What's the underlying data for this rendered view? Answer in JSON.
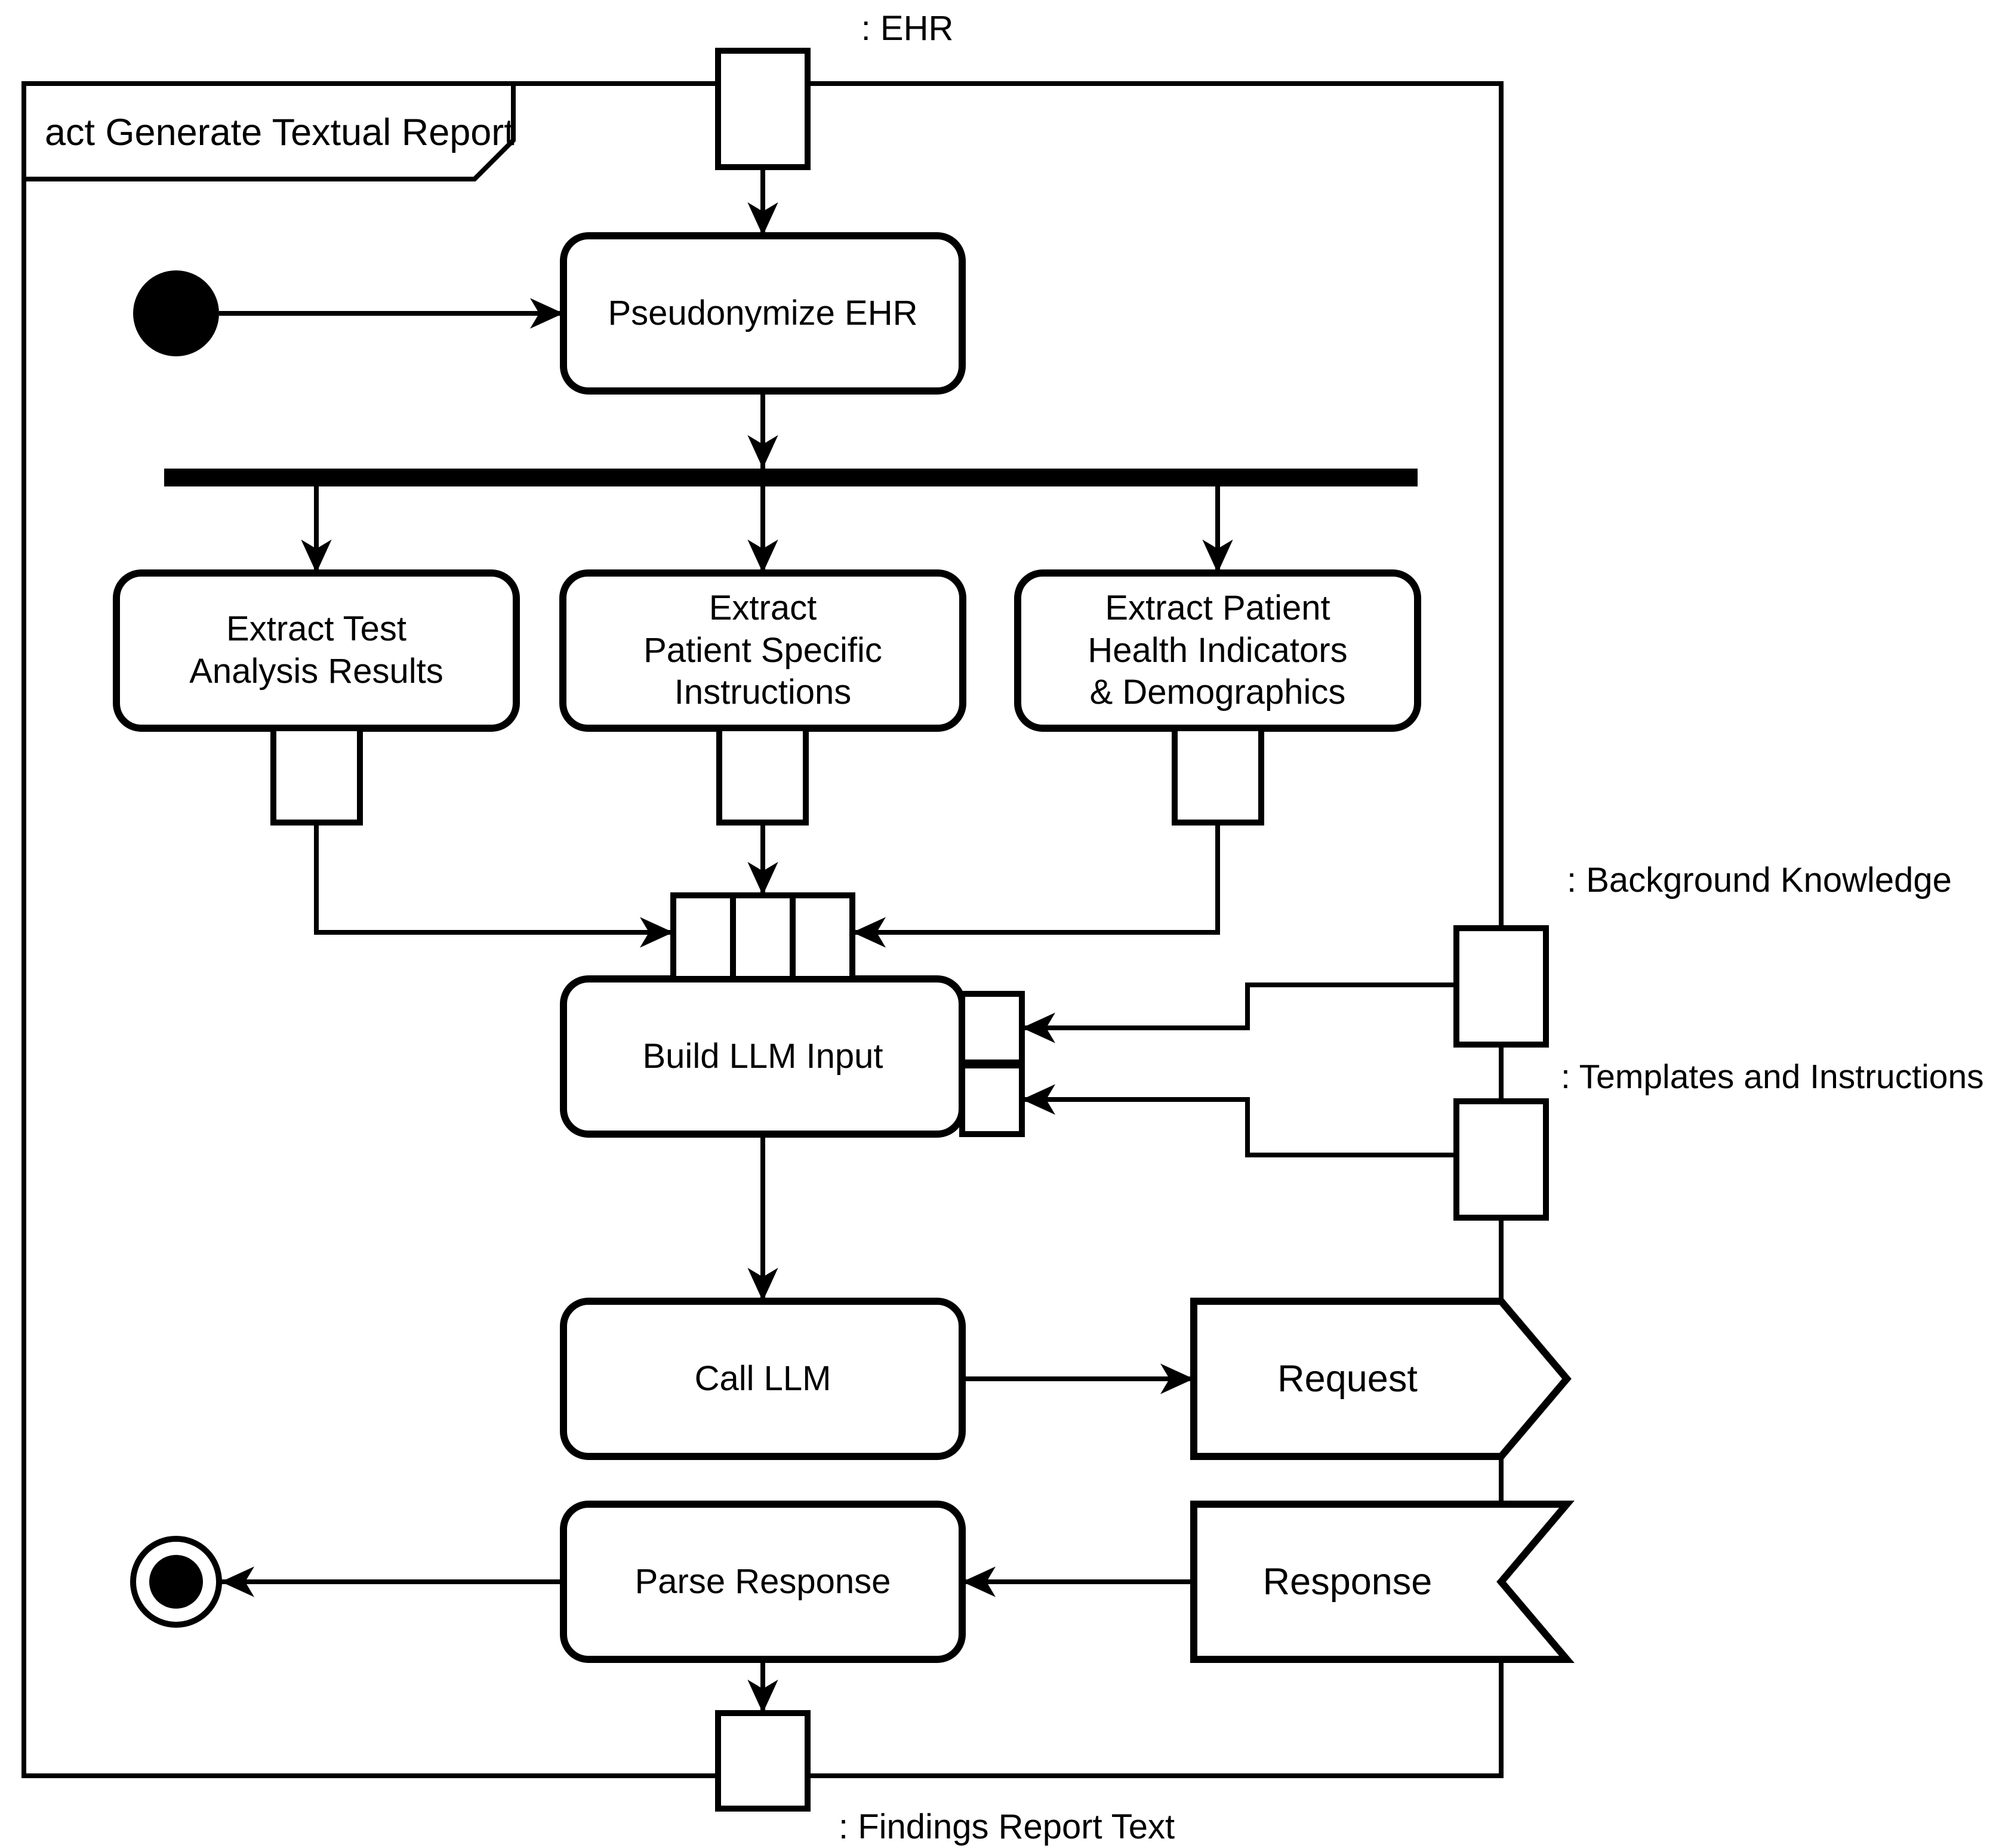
{
  "diagram": {
    "kind": "uml-activity-diagram",
    "frame_title": "act Generate Textual Report",
    "background_color": "#ffffff",
    "line_color": "#000000"
  },
  "object_nodes": {
    "ehr": ": EHR",
    "background_knowledge": ": Background Knowledge",
    "templates_instructions": ": Templates and Instructions",
    "findings_report": ": Findings Report Text"
  },
  "actions": {
    "pseudonymize": "Pseudonymize EHR",
    "extract_test": "Extract Test\nAnalysis Results",
    "extract_instructions": "Extract\nPatient Specific\nInstructions",
    "extract_health": "Extract Patient\nHealth Indicators\n& Demographics",
    "build_input": "Build LLM Input",
    "call_llm": "Call LLM",
    "parse_response": "Parse Response"
  },
  "signals": {
    "request": "Request",
    "response": "Response"
  }
}
